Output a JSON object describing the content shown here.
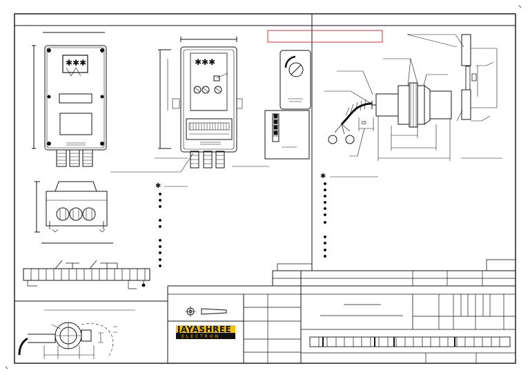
{
  "drawing": {
    "brand": {
      "logo_word": "JAYASHREE",
      "logo_sub": "ELECTRON"
    },
    "dimensions": {
      "cable_gland_offset": "15"
    },
    "colors": {
      "line": "#111111",
      "highlight_box": "#e03030",
      "logo_band": "#f2c200"
    },
    "icons": {
      "projection_symbol": "first-angle-projection-icon",
      "ground_symbol": "earth-ground-icon",
      "flameproof_symbol": "flameproof-mark-icon"
    }
  }
}
